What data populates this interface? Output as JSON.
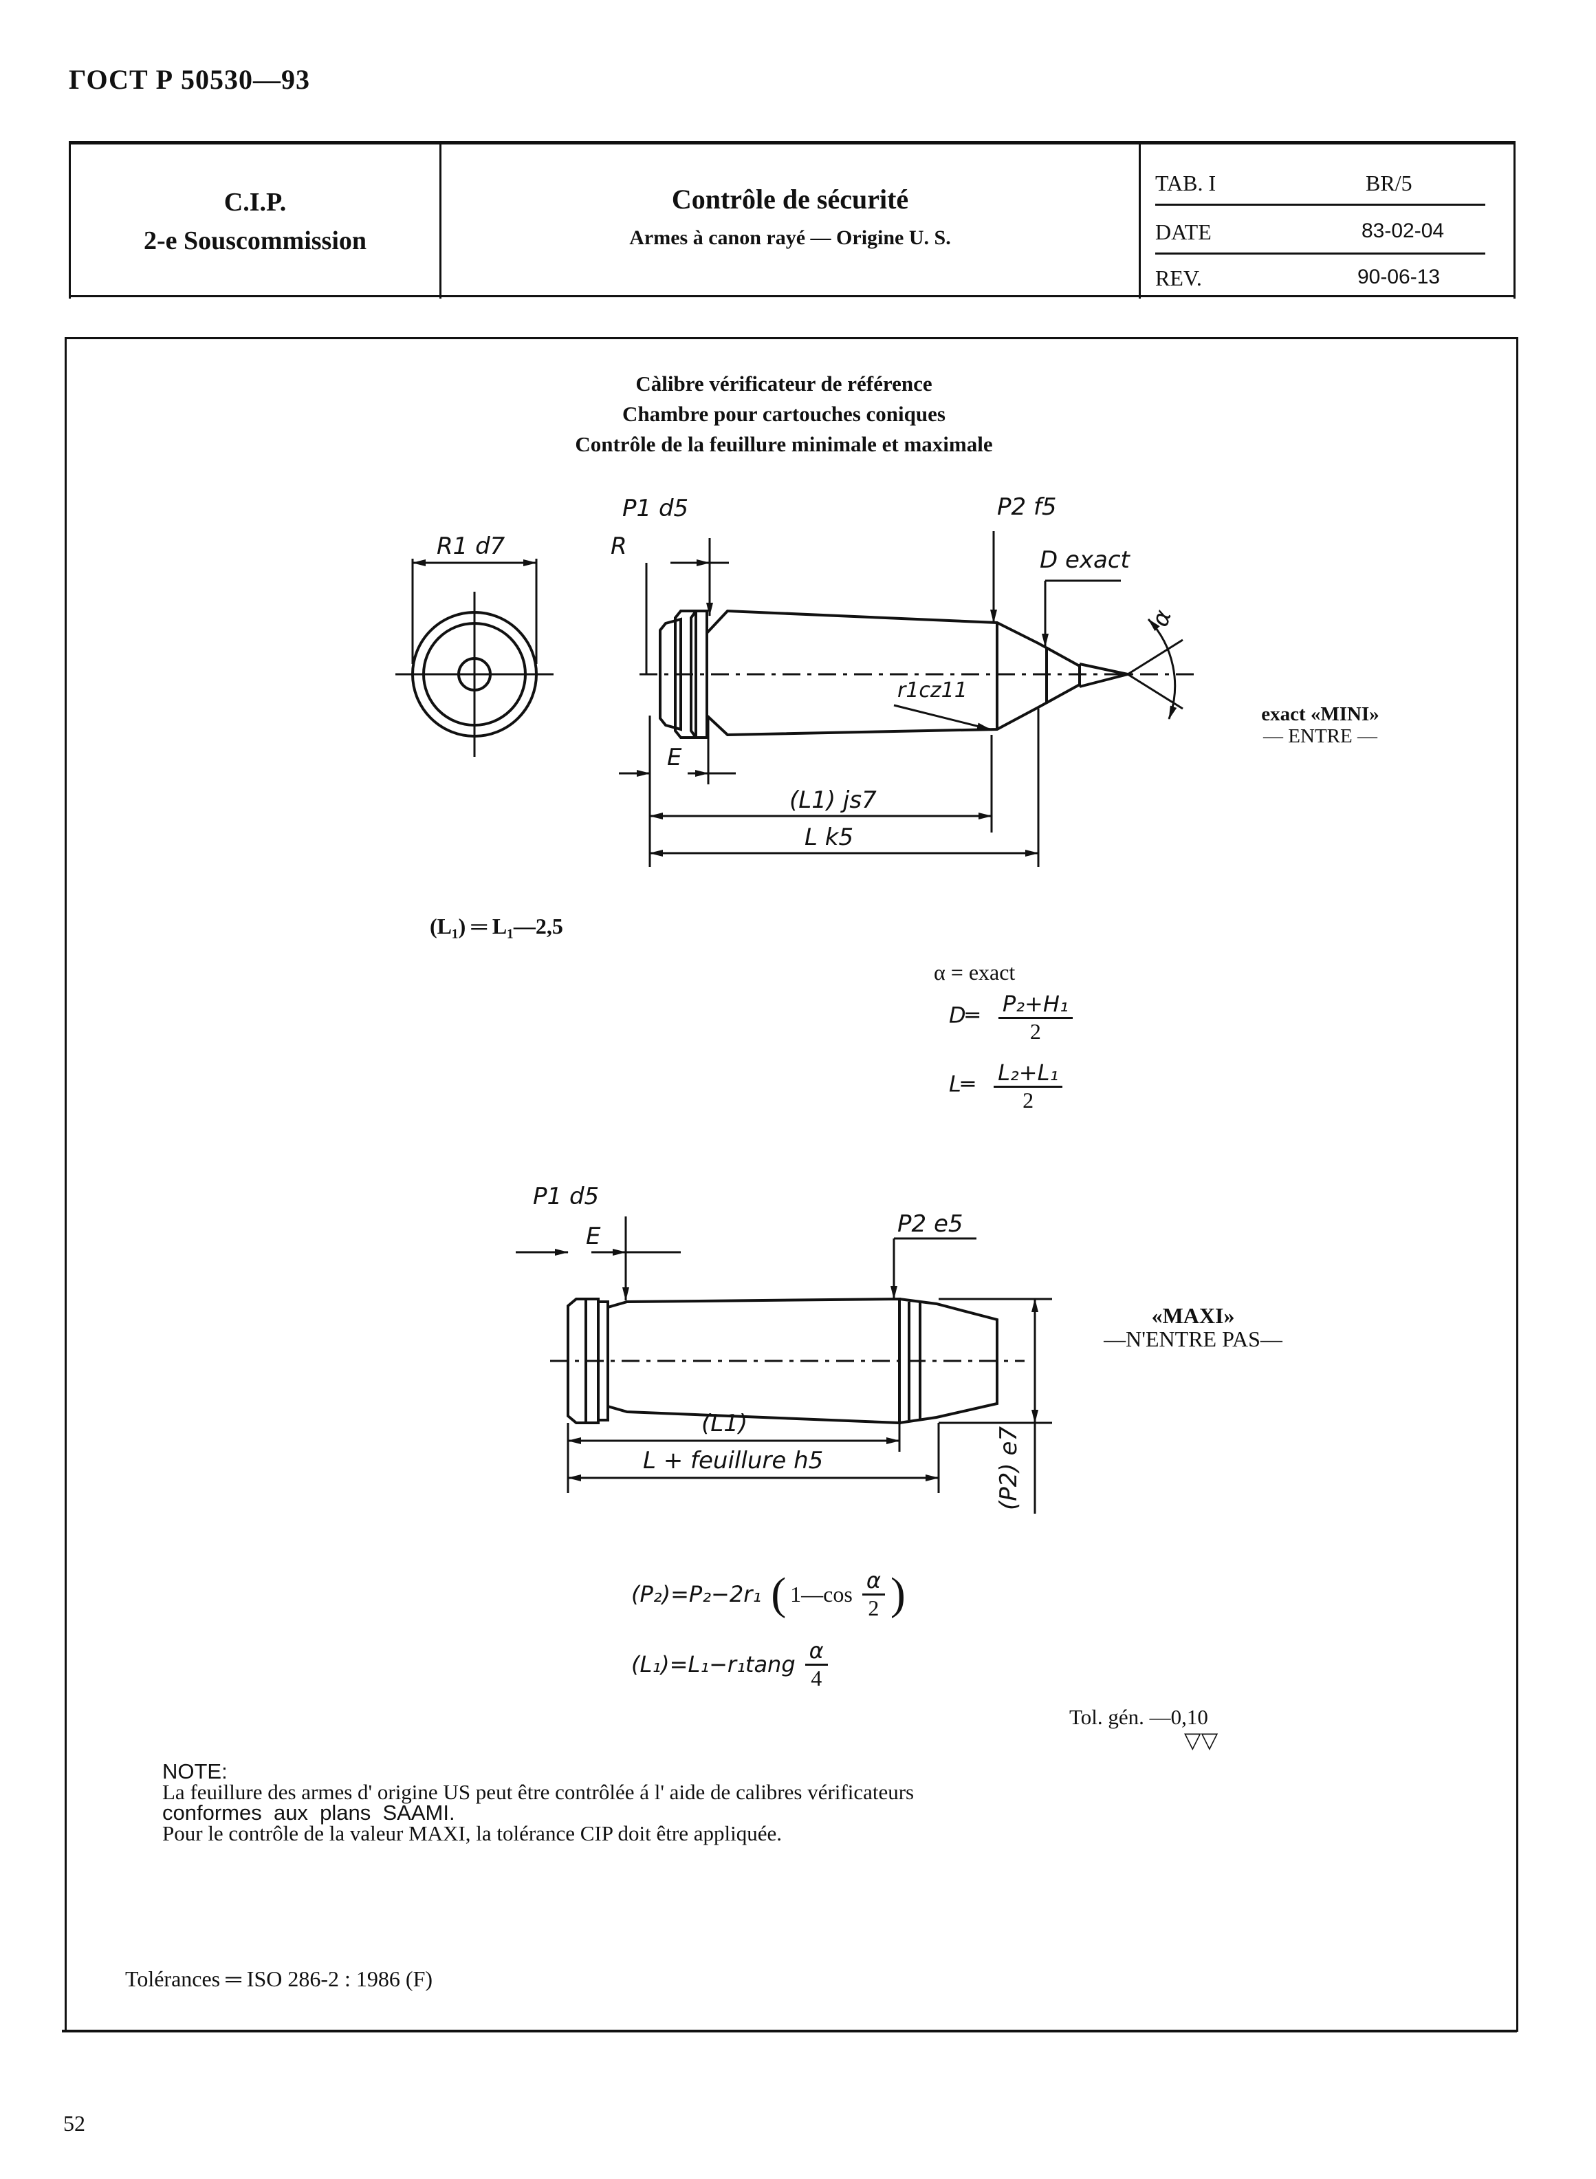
{
  "page_header": "ГОСТ Р  50530—93",
  "header_box": {
    "org": "C.I.P.",
    "subcommission": "2-e Souscommission",
    "title": "Contrôle de sécurité",
    "subtitle": "Armes à canon rayé — Origine U. S.",
    "rows": [
      {
        "label": "TAB. I",
        "value": "BR/5"
      },
      {
        "label": "DATE",
        "value": "83-02-04"
      },
      {
        "label": "REV.",
        "value": "90-06-13"
      }
    ]
  },
  "drawing_titles": [
    "Càlibre vérificateur de référence",
    "Chambre pour cartouches coniques",
    "Contrôle de la feuillure minimale et maximale"
  ],
  "gauge1": {
    "labels": {
      "r1d7": "R1 d7",
      "p1d5": "P1 d5",
      "r": "R",
      "p2f5": "P2 f5",
      "dexact": "D exact",
      "alpha": "α",
      "r1cz11": "r1cz11",
      "e": "E",
      "l1js7": "(L1) js7",
      "lk5": "L k5"
    },
    "side_note_1": "exact «MINI»",
    "side_note_2": "— ENTRE —"
  },
  "formula_l1": "(L₁) ═ L₁—2,5",
  "formulas_mid": {
    "alpha": "α = exact",
    "d_lhs": "D═",
    "d_num": "P₂+H₁",
    "d_den": "2",
    "l_lhs": "L═",
    "l_num": "L₂+L₁",
    "l_den": "2"
  },
  "gauge2": {
    "labels": {
      "p1d5": "P1 d5",
      "e": "E",
      "p2e5": "P2 e5",
      "l1": "(L1)",
      "lfeuillure": "L + feuillure h5",
      "p2e7": "(P2) e7"
    },
    "side_note_1": "«MAXI»",
    "side_note_2": "—N'ENTRE PAS—"
  },
  "formulas_bottom": {
    "p2_lhs": "(P₂)=P₂−2r₁",
    "p2_mid": "1—cos",
    "frac_alpha": "α",
    "frac_2": "2",
    "l1_lhs": "(L₁)=L₁−r₁tang",
    "frac_4": "4"
  },
  "tolerance_general": "Tol. gén. —0,10",
  "tolerance_marks": "▽▽",
  "note": {
    "title": "NOTE:",
    "line1": "La feuillure des armes d' origine US peut être contrôlée á l' aide de calibres vérificateurs",
    "line2": "conformes  aux  plans  SAAMI.",
    "line3": "Pour le contrôle de la valeur MAXI, la tolérance CIP doit être appliquée."
  },
  "tolerances_iso": "Tolérances ═ ISO 286-2 : 1986 (F)",
  "page_number": "52"
}
